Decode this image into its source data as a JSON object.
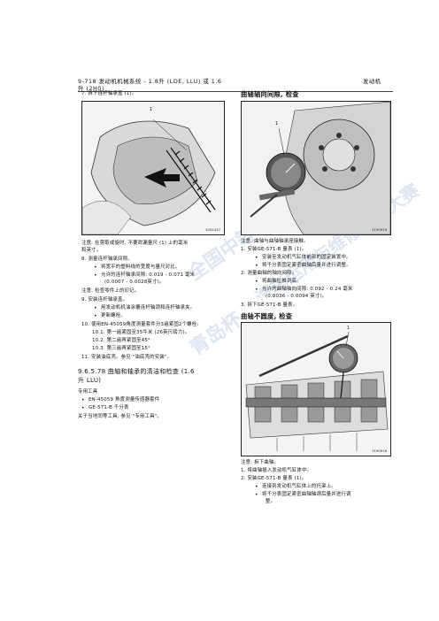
{
  "header": {
    "left": "9-718    发动机机械系统 - 1.8升 (LDE, LLU) 或 1.6",
    "left_cont": "升 (2H0)",
    "right": "发动机"
  },
  "left_col": {
    "step7": "7.   拆下连杆轴承盖 (1)。",
    "fig1_callout": "1",
    "fig1_code": "3291437",
    "note1_l1": "注意:  在旁取或旋时, 不要泄漏量尺 (1) 上的毫米",
    "note1_l2": "和英寸。",
    "step8": "8.   测量连杆轴承间隙。",
    "step8_b1": "将宽平的塑料线的宽度与量尺对比。",
    "step8_b2": "允许的连杆轴承间隙: 0.019 - 0.071 毫米",
    "step8_b2_cont": "(0.0007 - 0.0028英寸)。",
    "note2": "注意:  检查零件上的印记。",
    "step9": "9.   安装连杆轴承盖。",
    "step9_b1": "用发动机机油涂覆连杆轴颈和连杆轴承夹。",
    "step9_b2": "更新螺栓。",
    "step10": "10.  使用EN-45059角度测量套件分3遍紧固2个螺栓:",
    "step10_1": "10.1. 第一遍紧固至35牛米 (26英尺磅力)。",
    "step10_2": "10.2. 第二遍再紧固至45°",
    "step10_3": "10.3. 第三遍再紧固至15°",
    "step11": "11.  安装油底壳。参见 \"油底壳的安装\"。",
    "section_title": "9.6.5.78  曲轴和轴承的清洁和检查 (1.6",
    "section_title_cont": "升 LLU)",
    "tools_head": "专用工具",
    "tool1": "EN-45059 角度测量传感器套件",
    "tool2": "GE-571-B 千分表",
    "tools_ref": "关于当地同等工具, 参见 \"专用工具\"。"
  },
  "right_col": {
    "title1": "曲轴轴向间隙, 检查",
    "fig2_callout": "1",
    "fig2_code": "3190919",
    "note3": "注意:  曲轴与曲轴轴承座接触。",
    "r_step1": "1.   安装GE-571-B 量表 (1)。",
    "r_step1_b1": "安装至发动机气缸体前部的固定装置中。",
    "r_step1_b2": "将千分表固定紧密曲轴后量并进行调整。",
    "r_step2": "2.   测量曲轴的轴向间隙。",
    "r_step2_b1": "将曲轴拉推到底。",
    "r_step2_b2": "允许的曲轴轴向间隙: 0.092 - 0.24 毫米",
    "r_step2_b2_cont": "(0.0036 - 0.0094 英寸)。",
    "r_step3": "3.   拆下GE-571-B 量表。",
    "title2": "曲轴不圆度, 检查",
    "fig3_callout": "1",
    "fig3_code": "3190918",
    "note4": "注意:  拆下曲轴。",
    "s_step1": "1.   将曲轴插入发动机气缸体中。",
    "s_step2": "2.   安装GE-571-B 量表 (1)。",
    "s_step2_b1": "连接到发动机气缸体上的托架上。",
    "s_step2_b2": "将千分表固定紧密曲轴轴颈后量并进行调",
    "s_step2_b2_cont": "整。"
  },
  "watermark": {
    "text1": "青岛杯",
    "text2": "全国中等职业学",
    "text3": "汽车运用与维修技能大赛"
  }
}
